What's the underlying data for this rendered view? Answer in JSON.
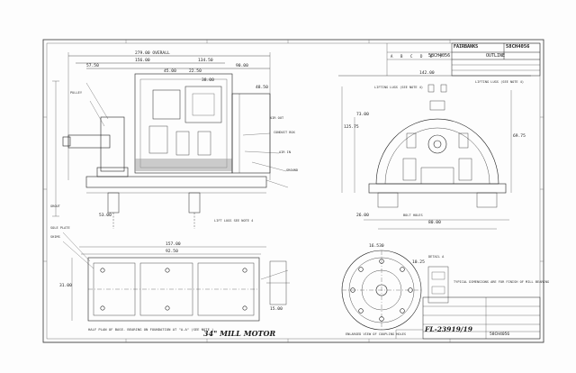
{
  "title_block": {
    "company_mark": "FAIRBANKS",
    "drawing_number": "58CH4056",
    "drawing_kind": "OUTLINE",
    "revision_grid": [
      "A",
      "B",
      "C",
      "D",
      "E",
      "F"
    ]
  },
  "bottom_title": {
    "motor_title": "34\" MILL MOTOR",
    "file_number": "FL-23919/19",
    "base_caption": "HALF PLAN OF BASE. BEARING ON FOUNDATION AT \"A-A\" (SEE NOTE )"
  },
  "dimensions": {
    "overall_top": "279.00 OVERALL",
    "d1": "156.00",
    "d2": "134.50",
    "d3": "90.00",
    "d4": "57.50",
    "d5": "45.00",
    "d6": "22.50",
    "d7": "38.00",
    "d8": "48.50",
    "end_width": "142.00",
    "end_height": "125.75",
    "end_r1": "73.00",
    "end_r2": "69.75",
    "end_base": "80.00",
    "end_base2": "26.00",
    "pit": "53.00",
    "base_len": "157.00",
    "base_len2": "92.50",
    "base_w1": "31.00",
    "base_w2": "15.00",
    "coupling_a": "16.530",
    "coupling_b": "10.25"
  },
  "notes": {
    "lifting_lugs": "LIFTING LUGS (SEE NOTE 4)",
    "lifting_lugs_end": "LIFTING LUGS (SEE NOTE 4)",
    "bolt_holes": "BOLT HOLES",
    "lift_lugs_bottom": "LIFT LUGS SEE NOTE 4",
    "air_out": "AIR OUT",
    "air_in": "AIR IN",
    "pulley": "PULLEY",
    "grout": "GROUT",
    "enlarged_view": "ENLARGED VIEW OF COUPLING HOLES",
    "typical_dims": "TYPICAL DIMENSIONS ARE FOR FINISH OF MILL BEARING",
    "conduit_box": "CONDUIT BOX",
    "ground": "GROUND",
    "sole_plate": "SOLE PLATE",
    "shims": "SHIMS",
    "detail_a": "DETAIL A"
  }
}
